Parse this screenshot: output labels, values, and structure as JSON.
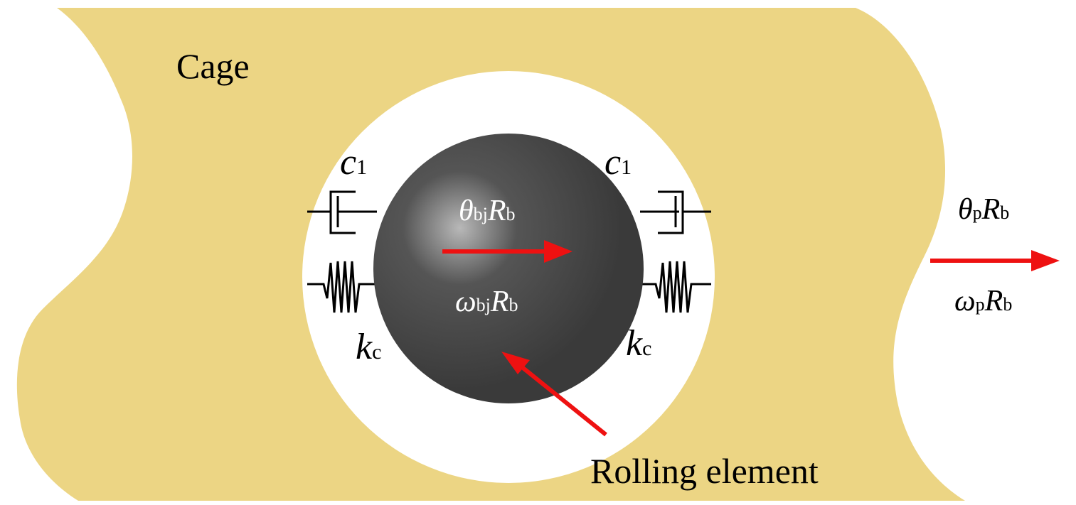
{
  "title": "Cage",
  "rolling_element_label": "Rolling element",
  "damper_left": {
    "symbol": "c",
    "sub": "1"
  },
  "damper_right": {
    "symbol": "c",
    "sub": "1"
  },
  "spring_left": {
    "symbol": "k",
    "sub": "c"
  },
  "spring_right": {
    "symbol": "k",
    "sub": "c"
  },
  "ball_top": {
    "sym": "θ",
    "sub": "bj",
    "r": "R",
    "rsub": "b"
  },
  "ball_bottom": {
    "sym": "ω",
    "sub": "bj",
    "r": "R",
    "rsub": "b"
  },
  "cage_top": {
    "sym": "θ",
    "sub": "p",
    "r": "R",
    "rsub": "b"
  },
  "cage_bottom": {
    "sym": "ω",
    "sub": "p",
    "r": "R",
    "rsub": "b"
  },
  "colors": {
    "cage": "#ECD584",
    "ball": "#3a3a3a",
    "arrow": "#EE1111"
  },
  "icons": [
    "damper-icon",
    "spring-icon",
    "arrow-icon"
  ]
}
